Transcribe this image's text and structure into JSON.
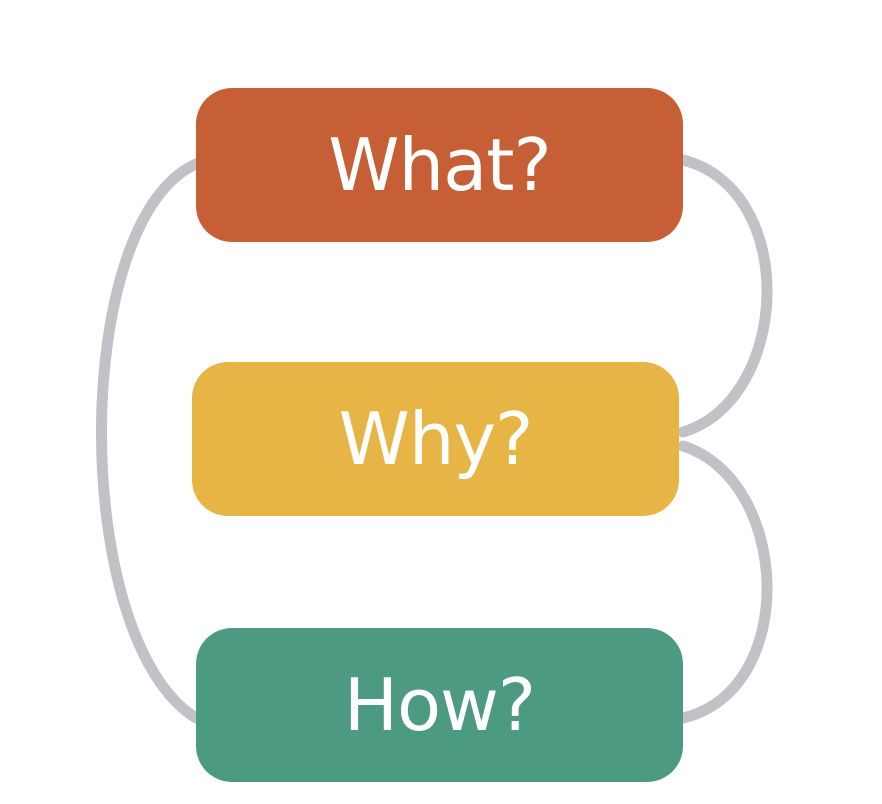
{
  "diagram": {
    "nodes": [
      {
        "id": "what",
        "label": "What?",
        "color": "#c65f35"
      },
      {
        "id": "why",
        "label": "Why?",
        "color": "#e6b545"
      },
      {
        "id": "how",
        "label": "How?",
        "color": "#4d9a82"
      }
    ],
    "edges": [
      {
        "from": "what",
        "to": "how"
      },
      {
        "from": "what",
        "to": "why"
      },
      {
        "from": "why",
        "to": "how"
      }
    ],
    "connector_color": "#c2c1c6"
  }
}
